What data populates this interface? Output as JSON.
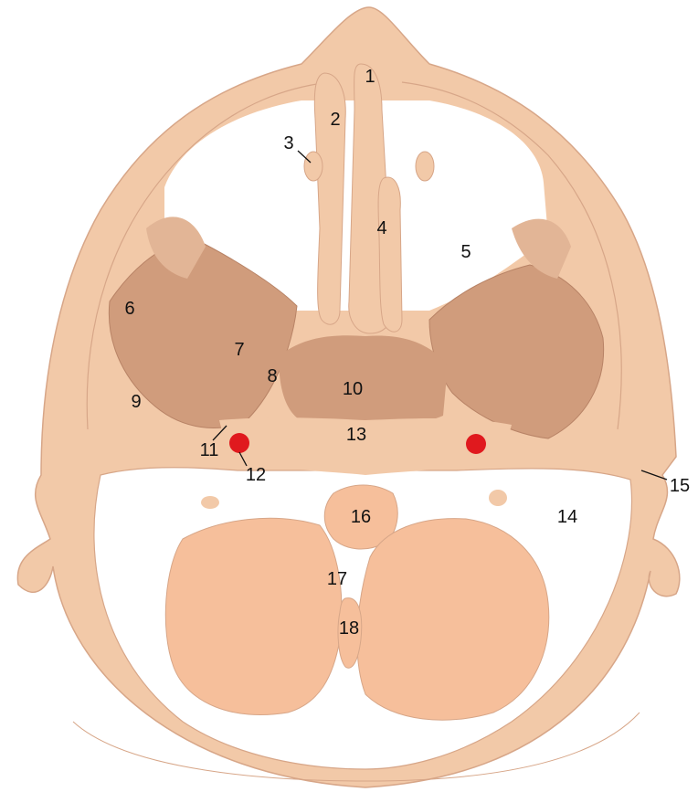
{
  "colors": {
    "bone": "#f2c9a8",
    "bone_edge": "#d7a688",
    "muscle": "#d09c7c",
    "muscle_light": "#e2b596",
    "brain": "#f6bf9b",
    "artery": "#e0191e",
    "airspace": "#ffffff",
    "label": "#111111"
  },
  "labels": [
    "1",
    "2",
    "3",
    "4",
    "5",
    "6",
    "7",
    "8",
    "9",
    "10",
    "11",
    "12",
    "13",
    "14",
    "15",
    "16",
    "17",
    "18"
  ]
}
